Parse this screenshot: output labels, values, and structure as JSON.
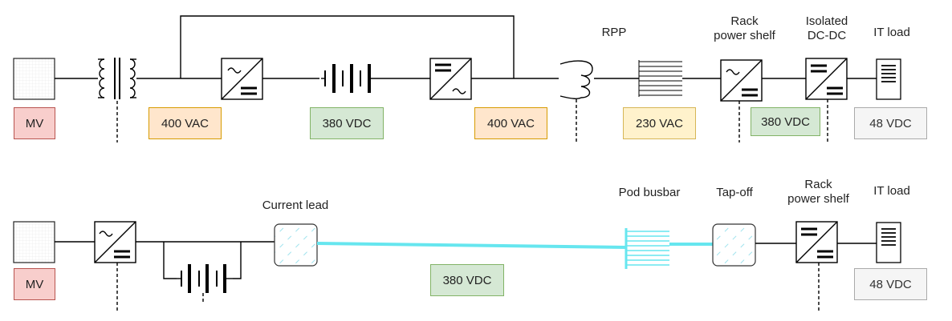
{
  "colors": {
    "mv_fill": "#f8cecc",
    "mv_stroke": "#b85450",
    "ac_fill": "#ffe6cc",
    "ac_stroke": "#d79b00",
    "ac230_fill": "#fff2cc",
    "ac230_stroke": "#d6b656",
    "dc_fill": "#d5e8d4",
    "dc_stroke": "#82b366",
    "low_fill": "#f5f5f5",
    "low_stroke": "#aaaaaa",
    "busbar": "#66e6ef",
    "tap": "#6ecfe0"
  },
  "top_row": {
    "mv_label": "MV",
    "voltage_1": "400 VAC",
    "voltage_2": "380 VDC",
    "voltage_3": "400 VAC",
    "voltage_4": "230 VAC",
    "voltage_5": "380 VDC",
    "voltage_6": "48 VDC",
    "rpp_label": "RPP",
    "rack_shelf_label": "Rack\npower shelf",
    "dcdc_label": "Isolated\nDC-DC",
    "it_load_label": "IT load"
  },
  "bottom_row": {
    "mv_label": "MV",
    "current_lead_label": "Current lead",
    "voltage_dc": "380 VDC",
    "pod_busbar_label": "Pod busbar",
    "tapoff_label": "Tap-off",
    "rack_shelf_label": "Rack\npower shelf",
    "it_load_label": "IT load",
    "voltage_low": "48 VDC"
  }
}
